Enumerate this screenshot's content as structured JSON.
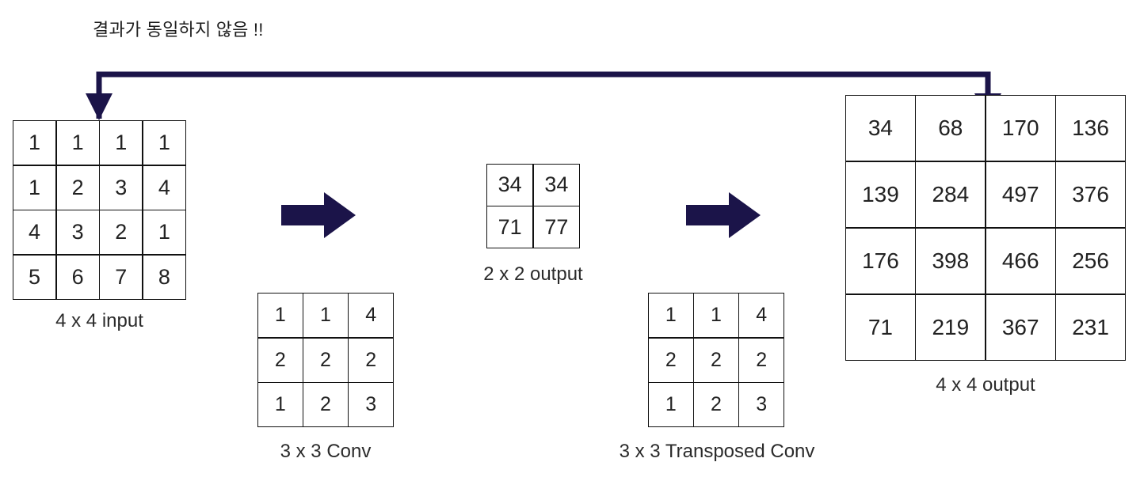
{
  "diagram": {
    "annotation": "결과가 동일하지 않음 !!",
    "accent_color": "#1B1449",
    "grid_line_color": "#111111",
    "text_color": "#222222"
  },
  "input_matrix": {
    "caption": "4 x 4 input",
    "rows": [
      [
        "1",
        "1",
        "1",
        "1"
      ],
      [
        "1",
        "2",
        "3",
        "4"
      ],
      [
        "4",
        "3",
        "2",
        "1"
      ],
      [
        "5",
        "6",
        "7",
        "8"
      ]
    ]
  },
  "conv_kernel": {
    "caption": "3 x 3 Conv",
    "rows": [
      [
        "1",
        "1",
        "4"
      ],
      [
        "2",
        "2",
        "2"
      ],
      [
        "1",
        "2",
        "3"
      ]
    ]
  },
  "mid_output": {
    "caption": "2 x 2 output",
    "rows": [
      [
        "34",
        "34"
      ],
      [
        "71",
        "77"
      ]
    ]
  },
  "transposed_conv_kernel": {
    "caption": "3 x 3 Transposed Conv",
    "rows": [
      [
        "1",
        "1",
        "4"
      ],
      [
        "2",
        "2",
        "2"
      ],
      [
        "1",
        "2",
        "3"
      ]
    ]
  },
  "output_matrix": {
    "caption": "4 x 4 output",
    "rows": [
      [
        "34",
        "68",
        "170",
        "136"
      ],
      [
        "139",
        "284",
        "497",
        "376"
      ],
      [
        "176",
        "398",
        "466",
        "256"
      ],
      [
        "71",
        "219",
        "367",
        "231"
      ]
    ]
  },
  "arrows": {
    "conv_arrow_name": "apply-convolution",
    "tconv_arrow_name": "apply-transposed-convolution",
    "feedback_name": "compare-input-output-connector"
  }
}
